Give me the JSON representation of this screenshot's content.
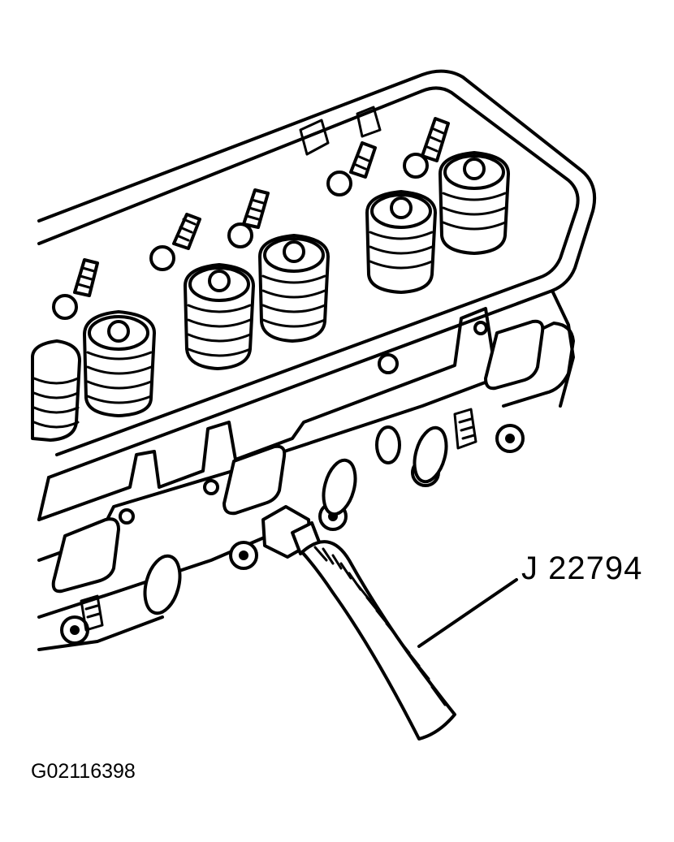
{
  "figure": {
    "tool_callout": "J 22794",
    "figure_id": "G02116398"
  },
  "colors": {
    "ink": "#000000",
    "paper": "#ffffff"
  },
  "icons": [
    "cylinder-head",
    "valve-spring",
    "rocker-stud",
    "exhaust-port",
    "spark-plug-hole",
    "compression-gauge-hose"
  ]
}
